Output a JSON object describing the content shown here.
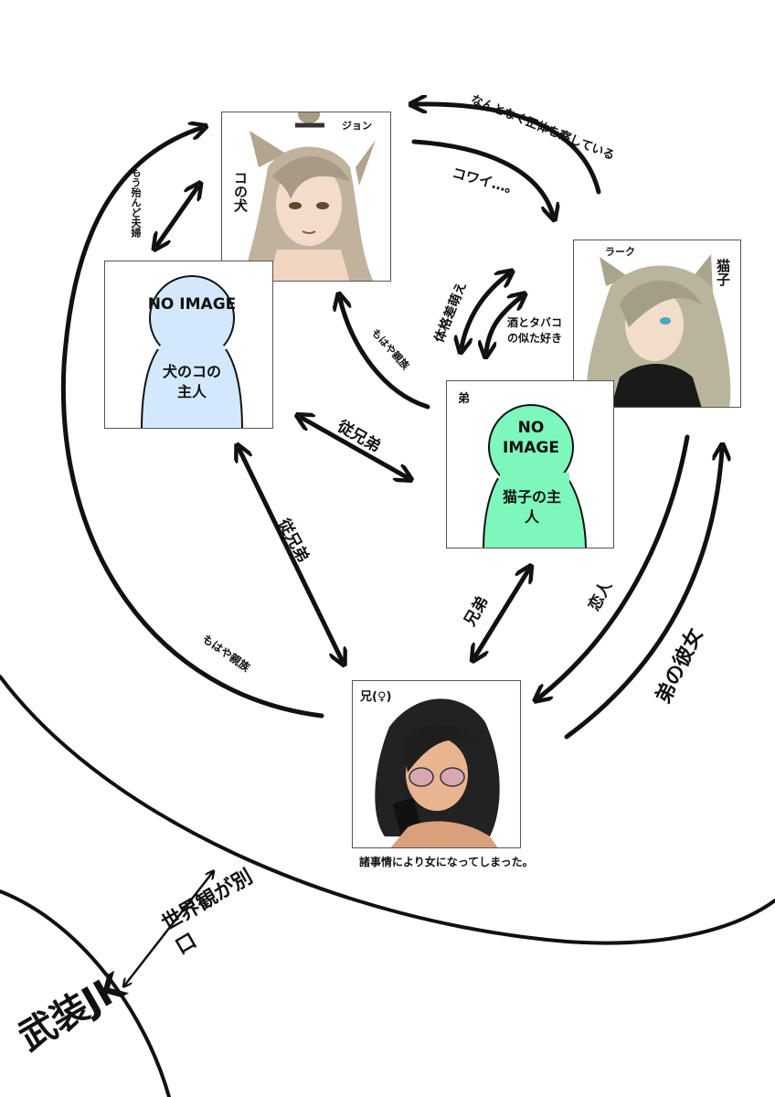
{
  "characters": {
    "john": {
      "name": "ジョン",
      "role": "コの犬"
    },
    "lark": {
      "name": "ラーク",
      "role": "猫子"
    },
    "dog_owner": {
      "no_image": "NO IMAGE",
      "role": "犬のコの主人"
    },
    "cat_owner": {
      "tag": "弟",
      "no_image": "NO IMAGE",
      "role": "猫子の主人"
    },
    "sister": {
      "tag": "兄(♀)",
      "caption": "諸事情により女になってしまった。"
    }
  },
  "relations": {
    "husband_wife": "もう殆んど夫婦",
    "knows_true_identity": "なんとなく正体を察している",
    "scary": "コワイ…。",
    "physical": "体格差萌え",
    "likes_smoke_drink": "酒とタバコの似た好き",
    "cousins_top": "従兄弟",
    "cousins_left": "従兄弟",
    "brothers": "兄弟",
    "lovers": "恋人",
    "younger_brothers_gf": "弟の彼女",
    "distant_relative_1": "もはや親族",
    "distant_relative_2": "もはや親族",
    "worldview_diff": "世界観が別口",
    "outside": "武装JK"
  },
  "colors": {
    "dog_owner_fill": "#d3e9fb",
    "cat_owner_fill": "#7ef7bd",
    "line": "#111111"
  }
}
